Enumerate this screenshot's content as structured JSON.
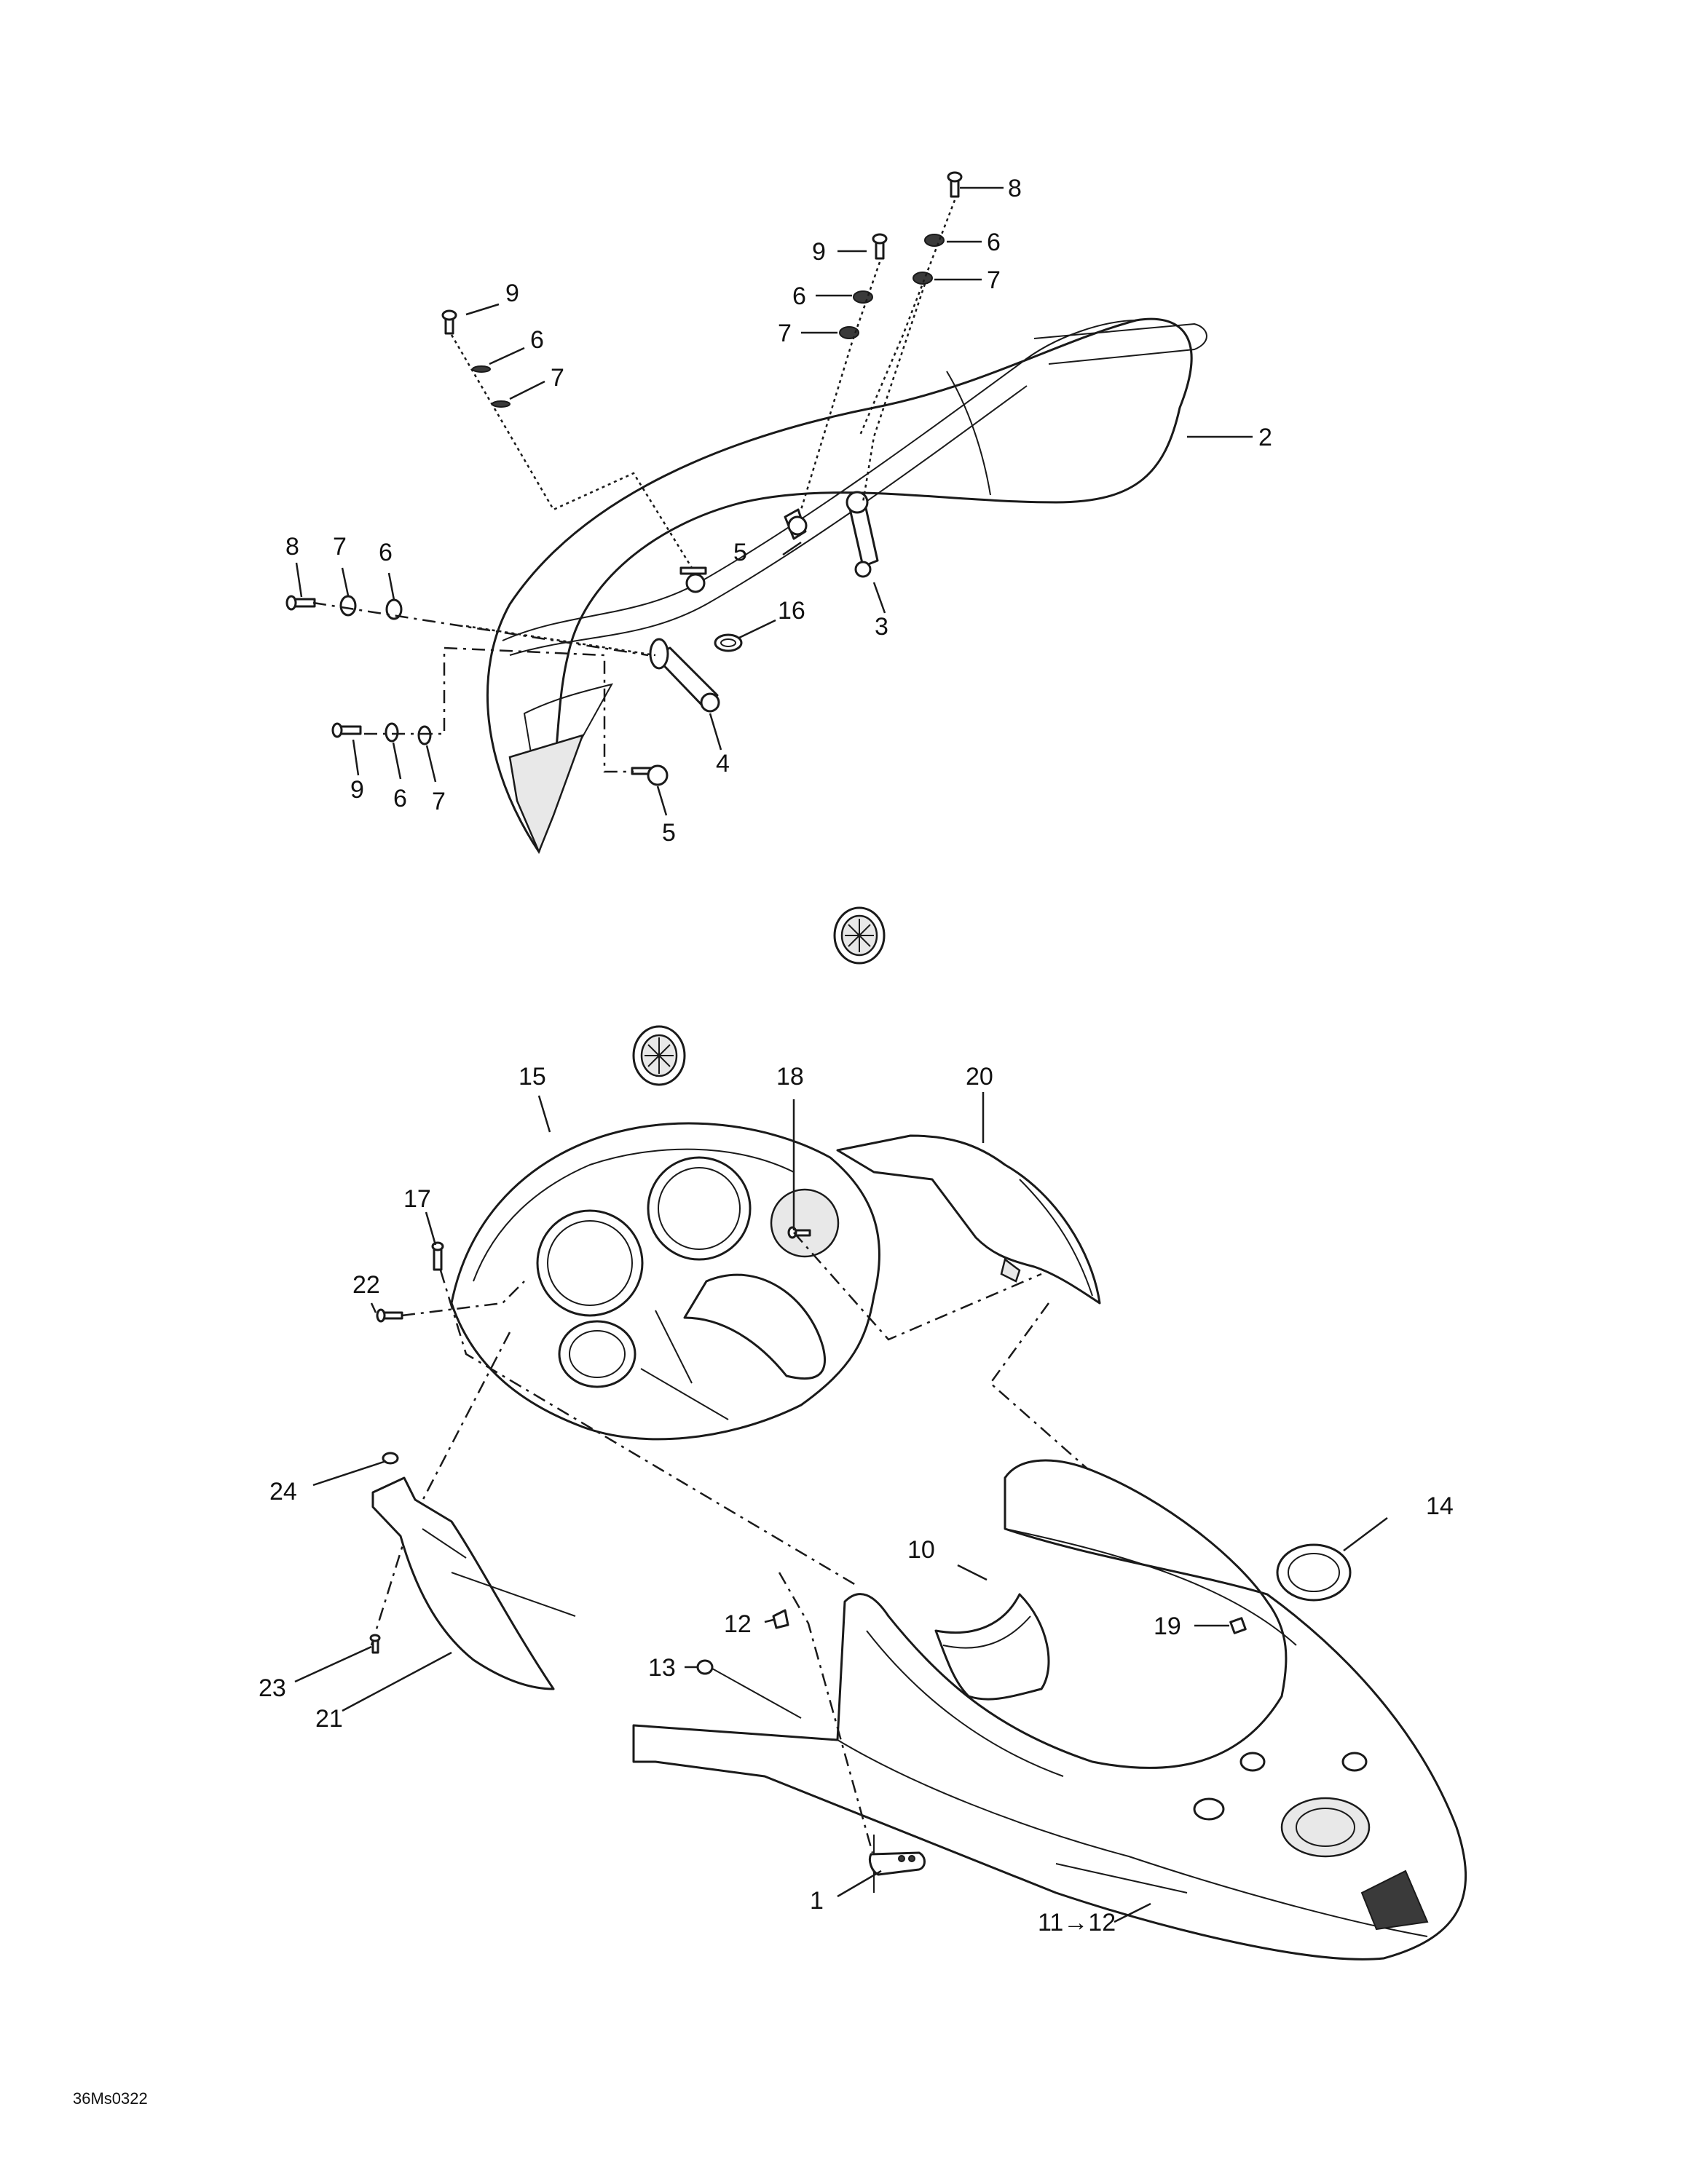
{
  "figure_ref": "36Ms0322",
  "callouts": {
    "c1": "1",
    "c2": "2",
    "c3": "3",
    "c4": "4",
    "c5a": "5",
    "c5b": "5",
    "c6a": "6",
    "c6b": "6",
    "c6c": "6",
    "c6d": "6",
    "c6e": "6",
    "c7a": "7",
    "c7b": "7",
    "c7c": "7",
    "c7d": "7",
    "c7e": "7",
    "c8a": "8",
    "c8b": "8",
    "c9a": "9",
    "c9b": "9",
    "c9c": "9",
    "c10": "10",
    "c11": "11→12",
    "c12": "12",
    "c13": "13",
    "c14": "14",
    "c15": "15",
    "c16": "16",
    "c17": "17",
    "c18": "18",
    "c19": "19",
    "c20": "20",
    "c21": "21",
    "c22": "22",
    "c23": "23",
    "c24": "24"
  }
}
